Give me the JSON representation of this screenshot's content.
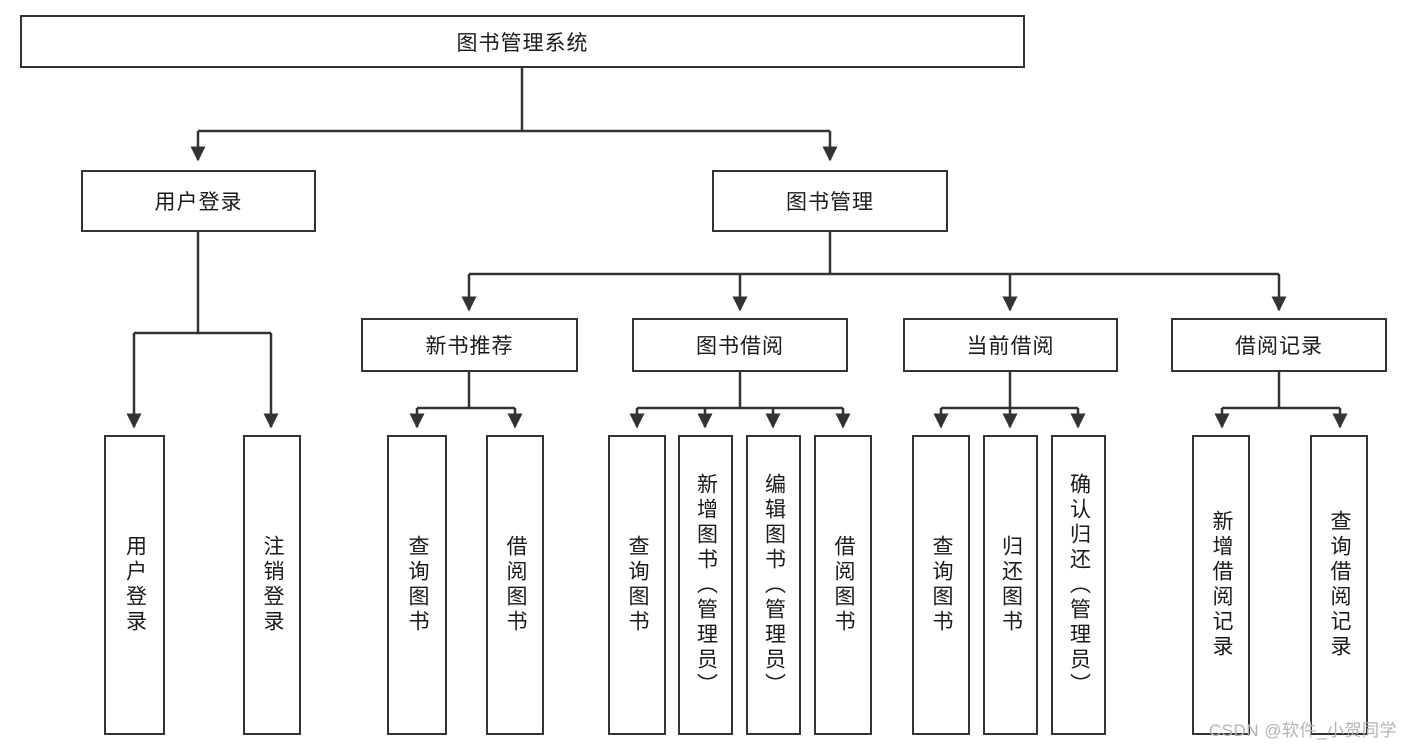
{
  "diagram": {
    "title": "图书管理系统",
    "type": "tree-hierarchy",
    "orientation": "top-down",
    "colors": {
      "box_border": "#333333",
      "box_fill": "#ffffff",
      "connector": "#333333",
      "text": "#1a1a1a",
      "watermark": "#b3b3b3"
    }
  },
  "root": {
    "label": "图书管理系统"
  },
  "level2": [
    {
      "label": "用户登录"
    },
    {
      "label": "图书管理"
    }
  ],
  "level3": [
    {
      "label": "新书推荐"
    },
    {
      "label": "图书借阅"
    },
    {
      "label": "当前借阅"
    },
    {
      "label": "借阅记录"
    }
  ],
  "leaves": {
    "user_login": [
      {
        "label": "用户登录"
      },
      {
        "label": "注销登录"
      }
    ],
    "new_book_recommend": [
      {
        "label": "查询图书"
      },
      {
        "label": "借阅图书"
      }
    ],
    "book_borrow": [
      {
        "label": "查询图书"
      },
      {
        "label": "新增图书（管理员）"
      },
      {
        "label": "编辑图书（管理员）"
      },
      {
        "label": "借阅图书"
      }
    ],
    "current_borrow": [
      {
        "label": "查询图书"
      },
      {
        "label": "归还图书"
      },
      {
        "label": "确认归还（管理员）"
      }
    ],
    "borrow_record": [
      {
        "label": "新增借阅记录"
      },
      {
        "label": "查询借阅记录"
      }
    ]
  },
  "watermark": {
    "text": "CSDN @软件_小贺同学"
  }
}
